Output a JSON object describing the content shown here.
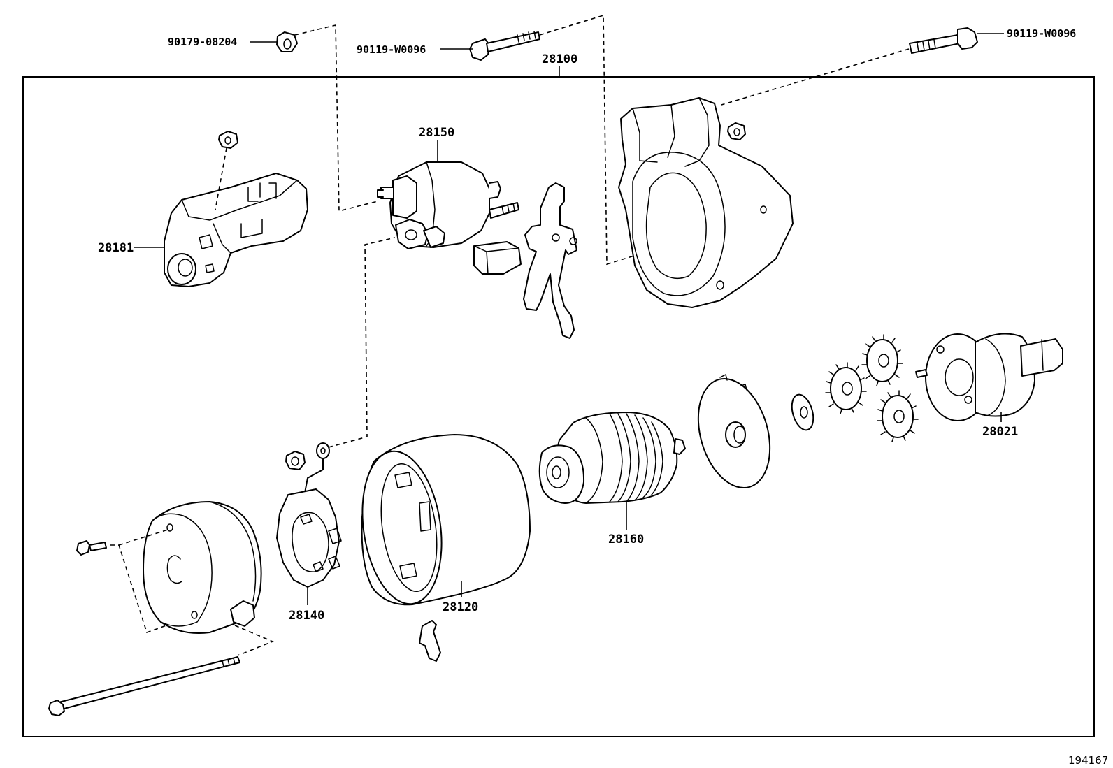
{
  "diagram": {
    "drawing_number": "194167",
    "assembly_label": "28100",
    "part_labels": {
      "p28181": "28181",
      "p28150": "28150",
      "p28140": "28140",
      "p28120": "28120",
      "p28160": "28160",
      "p28021": "28021",
      "nut_90179": "90179-08204",
      "bolt_90119_a": "90119-W0096",
      "bolt_90119_b": "90119-W0096"
    }
  }
}
